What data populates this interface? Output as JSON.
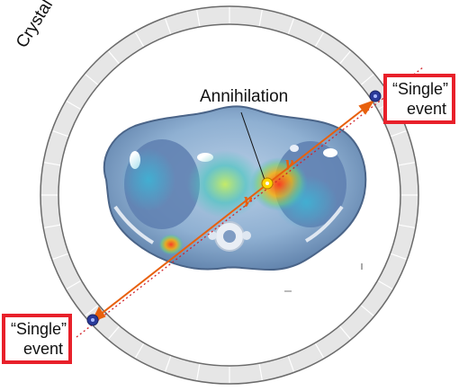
{
  "labels": {
    "annihilation": "Annihilation",
    "crystal_ring": "Crystal Ring",
    "single_event_right": "“Single” event",
    "single_event_right_line1": "“Single”",
    "single_event_right_line2": "event",
    "single_event_left_line1": "“Single”",
    "single_event_left_line2": "event",
    "gamma": "γ"
  },
  "colors": {
    "ring_fill": "#e6e6e6",
    "ring_stroke": "#6b6b6b",
    "box_border": "#e8202a",
    "photon_line": "#e8600c",
    "lor_line": "#d2232a",
    "detector": "#2a3a9a",
    "annihilation_point": "#ffd400"
  }
}
